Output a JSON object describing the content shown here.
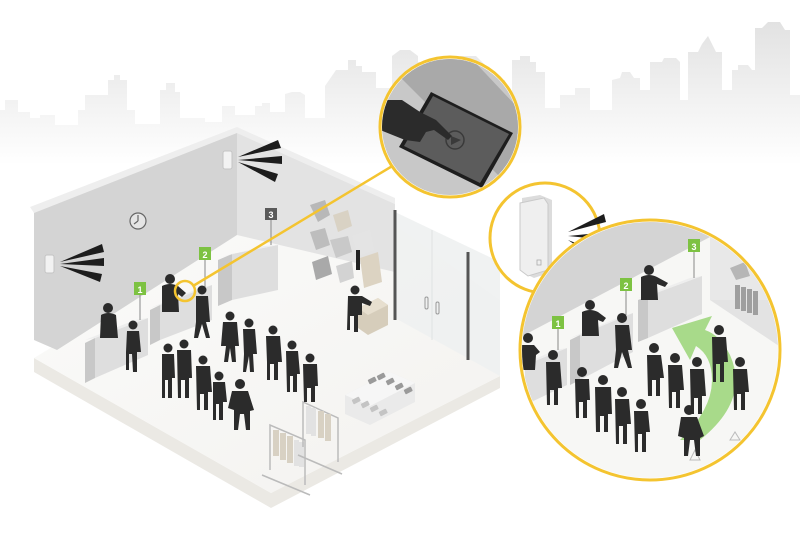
{
  "scene": {
    "title": "Retail store queue management with occupancy sensors and tablet dashboard",
    "colors": {
      "skyline": "#e3e3e3",
      "wall_back": "#d6d6d6",
      "wall_side": "#e6e6e6",
      "floor": "#f7f7f5",
      "floor_edge": "#ebe9e4",
      "silhouette": "#2b2b2b",
      "counter_label_green": "#7dc242",
      "counter_label_dark": "#5a5a5a",
      "callout_ring": "#f4c430",
      "flow_arrow": "#9fd67e",
      "tablet": "#5c5c5c"
    },
    "counters": [
      {
        "label": "1",
        "status": "open"
      },
      {
        "label": "2",
        "status": "open"
      },
      {
        "label": "3",
        "status": "closed"
      }
    ],
    "callouts": [
      {
        "name": "tablet-callout",
        "description": "Hand tapping a tablet dashboard"
      },
      {
        "name": "sensor-callout",
        "description": "Wall-mounted people-counting sensor"
      },
      {
        "name": "queue-callout",
        "description": "Zoomed view of counters 1-3 with queue flow arrow"
      }
    ],
    "zoom_counters": [
      {
        "label": "1"
      },
      {
        "label": "2"
      },
      {
        "label": "3"
      }
    ]
  }
}
